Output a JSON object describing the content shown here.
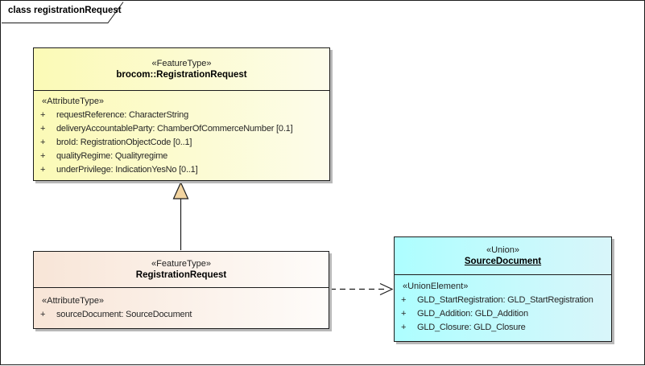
{
  "diagram": {
    "title": "class registrationRequest"
  },
  "colors": {
    "yellow_gradient_start": "#fbfab6",
    "yellow_gradient_end": "#fdfcea",
    "orange_gradient_start": "#f8e5d7",
    "orange_gradient_end": "#fefcfa",
    "cyan_gradient_start": "#adfeff",
    "cyan_gradient_end": "#d9f6fa",
    "border": "#1c1c1c",
    "shadow": "#b9b9b9",
    "generalization_triangle_fill": "#f2d4a0",
    "text": "#262626"
  },
  "classes": {
    "brocom": {
      "stereotype": "«FeatureType»",
      "name": "brocom::RegistrationRequest",
      "section_label": "«AttributeType»",
      "attributes": [
        {
          "vis": "+",
          "text": "requestReference: CharacterString"
        },
        {
          "vis": "+",
          "text": "deliveryAccountableParty: ChamberOfCommerceNumber [0.1]"
        },
        {
          "vis": "+",
          "text": "broId: RegistrationObjectCode [0..1]"
        },
        {
          "vis": "+",
          "text": "qualityRegime: Qualityregime"
        },
        {
          "vis": "+",
          "text": "underPrivilege: IndicationYesNo [0..1]"
        }
      ]
    },
    "registration": {
      "stereotype": "«FeatureType»",
      "name": "RegistrationRequest",
      "section_label": "«AttributeType»",
      "attributes": [
        {
          "vis": "+",
          "text": "sourceDocument: SourceDocument"
        }
      ]
    },
    "source": {
      "stereotype": "«Union»",
      "name": "SourceDocument",
      "section_label": "«UnionElement»",
      "attributes": [
        {
          "vis": "+",
          "text": "GLD_StartRegistration: GLD_StartRegistration"
        },
        {
          "vis": "+",
          "text": "GLD_Addition: GLD_Addition"
        },
        {
          "vis": "+",
          "text": "GLD_Closure: GLD_Closure"
        }
      ]
    }
  },
  "relations": {
    "generalization": {
      "type": "generalization",
      "from": "RegistrationRequest",
      "to": "brocom::RegistrationRequest"
    },
    "dependency": {
      "type": "dependency",
      "from": "RegistrationRequest",
      "to": "SourceDocument"
    }
  }
}
